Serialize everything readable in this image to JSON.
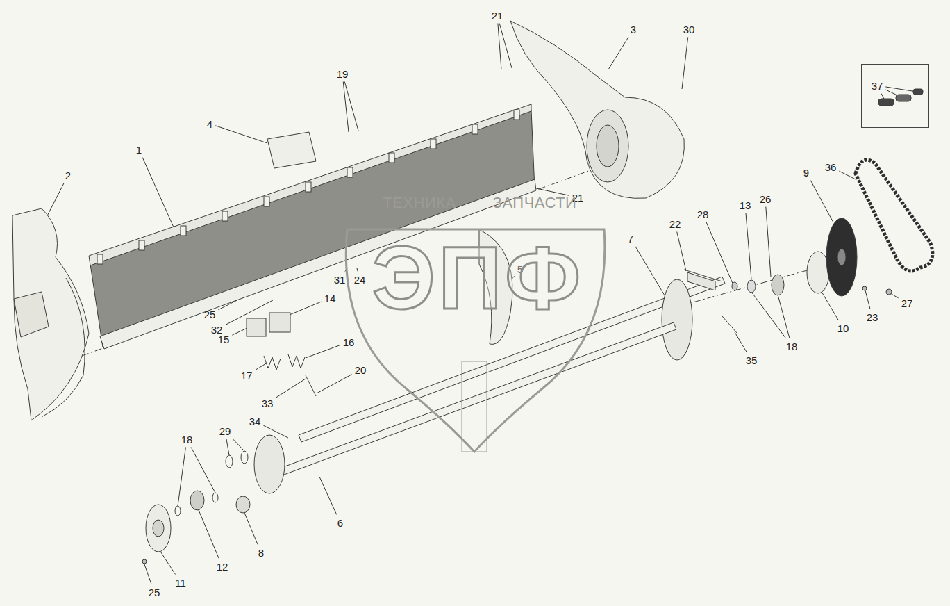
{
  "diagram": {
    "nodes": [
      {
        "text": [
          "37"
        ]
      }
    ],
    "labels": [
      "21",
      "30",
      "3",
      "19",
      "4",
      "36",
      "9",
      "2",
      "1",
      "21",
      "22",
      "28",
      "13",
      "26",
      "7",
      "31",
      "24",
      "5",
      "25",
      "32",
      "14",
      "15",
      "16",
      "17",
      "20",
      "33",
      "34",
      "35",
      "18",
      "10",
      "23",
      "27",
      "18",
      "29",
      "6",
      "8",
      "12",
      "11",
      "25",
      "ТЕХНИКА",
      "ЗАПЧАСТИ",
      "ЭПФ"
    ]
  }
}
